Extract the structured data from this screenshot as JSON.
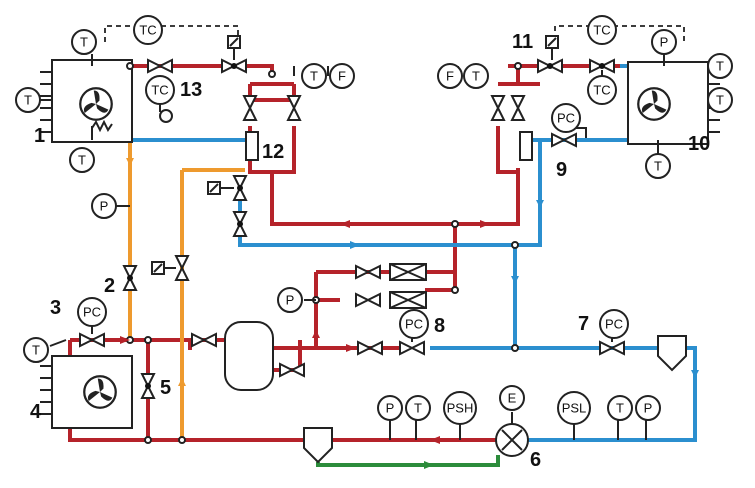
{
  "sensors": {
    "t_top_left": "T",
    "tc_top_left": "TC",
    "tc_left_mid": "TC",
    "t_left_mid": "T",
    "t_left_bottom": "T",
    "p_left": "P",
    "t_right_pipe": "T",
    "f_right_pipe": "F",
    "f_right_unit": "F",
    "t_right_unit": "T",
    "tc_top_right": "TC",
    "p_top_right": "P",
    "t_right_1": "T",
    "t_right_2": "T",
    "pc_9": "PC",
    "tc_right_mid": "TC",
    "t_right_bottom": "T",
    "pc_3": "PC",
    "t_left_low": "T",
    "p_mid": "P",
    "pc_8": "PC",
    "pc_7": "PC",
    "p_bottom": "P",
    "t_bottom": "T",
    "psh": "PSH",
    "e": "E",
    "psl": "PSL",
    "t_bottom_right": "T",
    "p_bottom_right": "P"
  },
  "numbers": {
    "n1": "1",
    "n2": "2",
    "n3": "3",
    "n4": "4",
    "n5": "5",
    "n6": "6",
    "n7": "7",
    "n8": "8",
    "n9": "9",
    "n10": "10",
    "n11": "11",
    "n12": "12",
    "n13": "13"
  },
  "colors": {
    "hot_gas": "#b5232a",
    "cold_line": "#2b8fcf",
    "liquid": "#ee9a2e",
    "oil_return": "#2c8c3b"
  },
  "icons": {
    "fan": "fan-icon",
    "valve": "valve-icon",
    "solenoid": "solenoid-icon",
    "compressor": "compressor-icon"
  }
}
